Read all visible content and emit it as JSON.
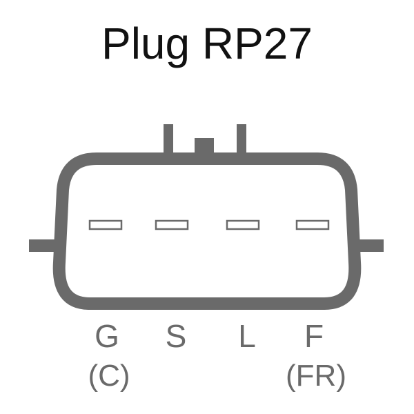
{
  "title": "Plug RP27",
  "colors": {
    "outline": "#6a6a6a",
    "text": "#111111",
    "label": "#6a6a6a",
    "background": "#ffffff"
  },
  "pins": [
    {
      "letter": "G",
      "sub": "(C)"
    },
    {
      "letter": "S",
      "sub": ""
    },
    {
      "letter": "L",
      "sub": ""
    },
    {
      "letter": "F",
      "sub": "(FR)"
    }
  ]
}
